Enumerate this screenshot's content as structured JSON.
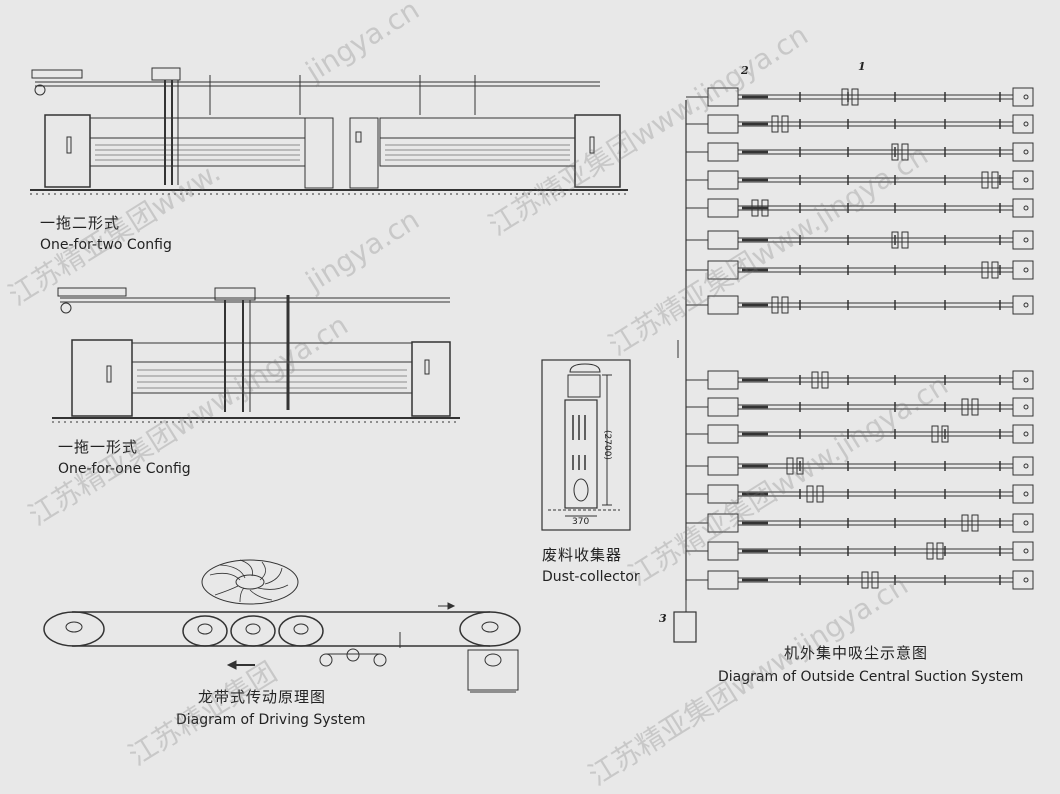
{
  "panels": {
    "one_for_two": {
      "title_cn": "一拖二形式",
      "title_en": "One-for-two Config"
    },
    "one_for_one": {
      "title_cn": "一拖一形式",
      "title_en": "One-for-one Config"
    },
    "driving": {
      "title_cn": "龙带式传动原理图",
      "title_en": "Diagram of Driving System"
    },
    "dust_collector": {
      "title_cn": "废料收集器",
      "title_en": "Dust-collector",
      "height_dim": "(2700)",
      "width_dim": "370"
    },
    "suction": {
      "title_cn": "机外集中吸尘示意图",
      "title_en": "Diagram of Outside Central Suction System",
      "marker_1": "1",
      "marker_2": "2",
      "marker_3": "3"
    }
  },
  "watermarks": [
    "jingya.cn",
    "江苏精亚集团www.",
    "jingya.cn",
    "江苏精亚集团www.jingya.cn",
    "江苏精亚集团www.jingya.cn",
    "江苏精亚集团www.jingya.cn",
    "江苏精亚集团www.jingya.cn",
    "江苏精亚集团",
    "江苏精亚集团www.jingya.cn"
  ]
}
